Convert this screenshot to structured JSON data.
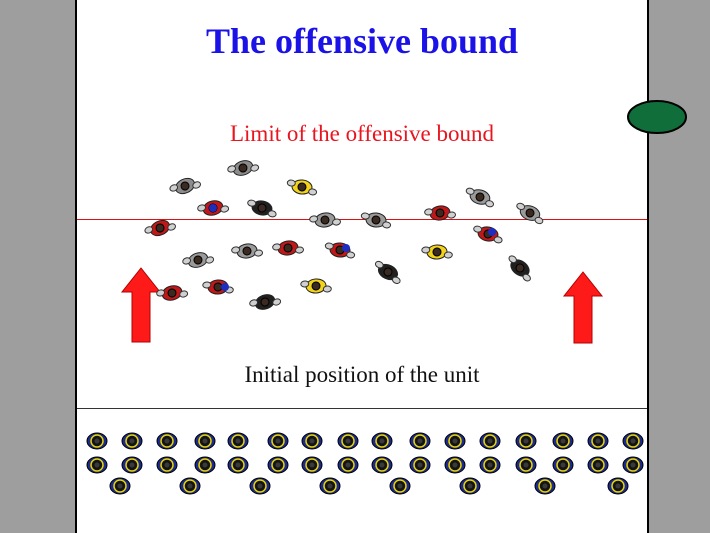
{
  "title": "The offensive bound",
  "limit_label": "Limit of the offensive bound",
  "initial_label": "Initial position of the unit",
  "colors": {
    "title": "#1a12e6",
    "limit": "#e8141e",
    "wall": "#9e9e9e",
    "arrow": "#ff1a1a",
    "bush": "#0f6e3a",
    "police": "#1b2a8f"
  },
  "icons": [
    "rioter-figure",
    "police-officer-figure",
    "up-arrow-icon",
    "bush-icon"
  ]
}
